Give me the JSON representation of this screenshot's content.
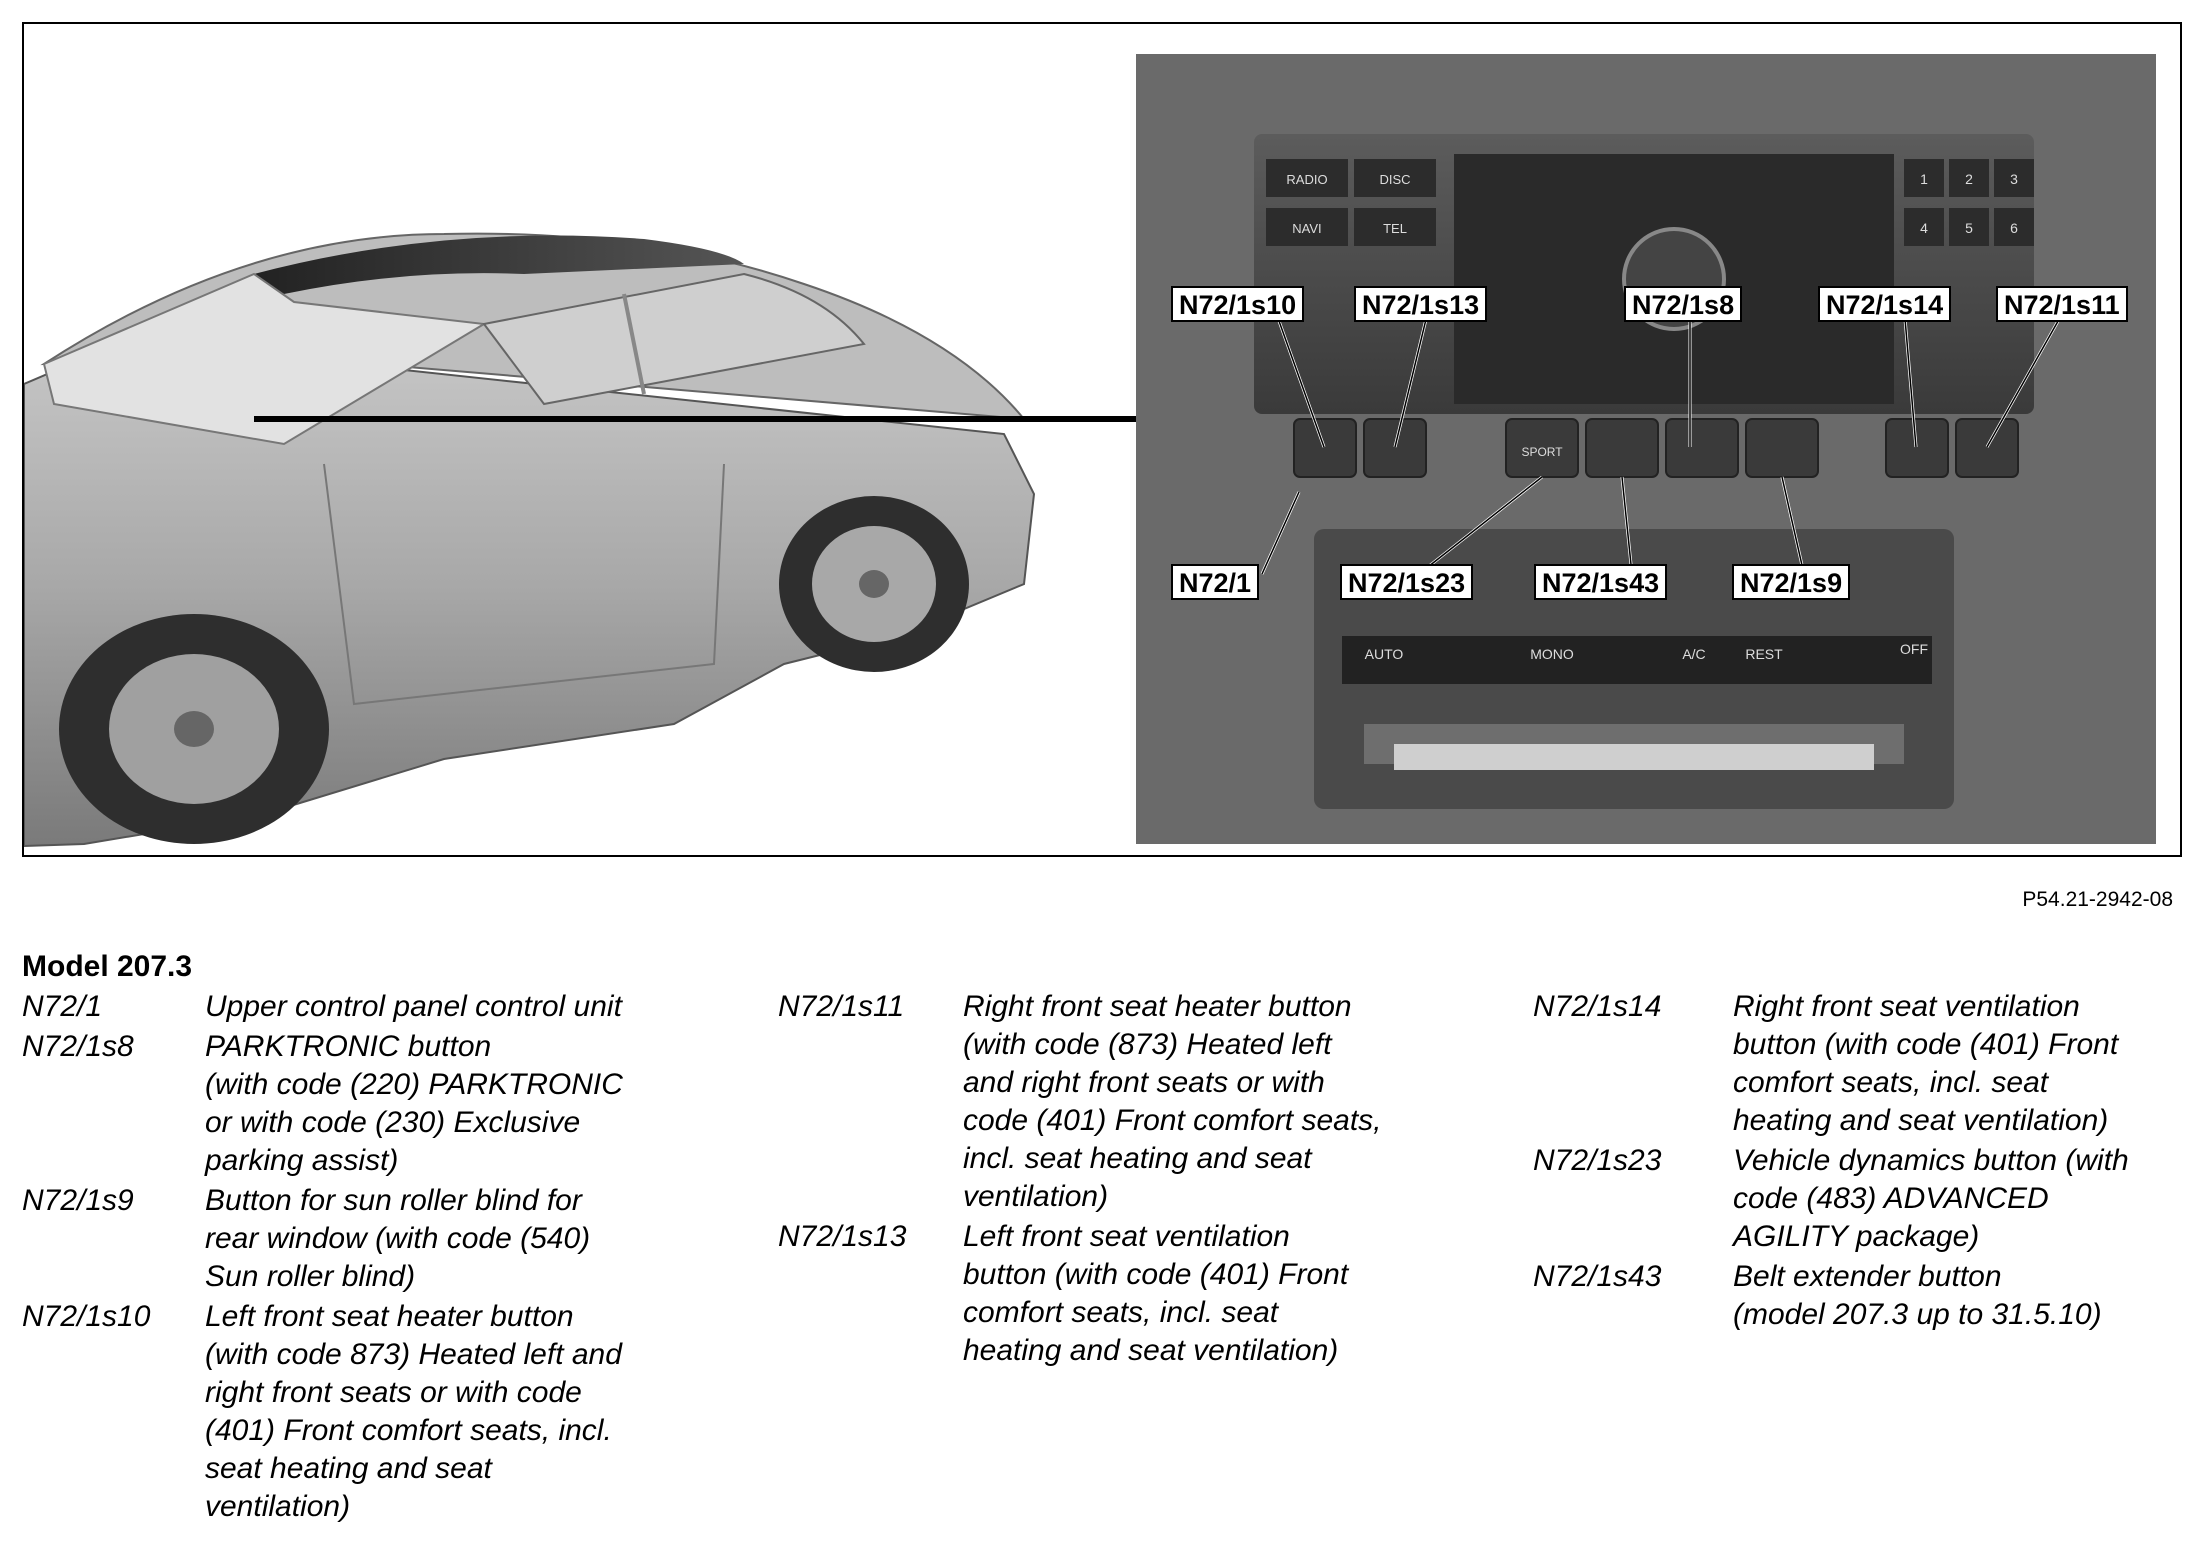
{
  "figure": {
    "callouts": [
      "N72/1s10",
      "N72/1s13",
      "N72/1s8",
      "N72/1s14",
      "N72/1s11",
      "N72/1",
      "N72/1s23",
      "N72/1s43",
      "N72/1s9"
    ],
    "panel_labels": {
      "radio": "RADIO",
      "disc": "DISC",
      "navi": "NAVI",
      "tel": "TEL",
      "sport": "SPORT",
      "auto": "AUTO",
      "mono": "MONO",
      "ac": "A/C",
      "rest": "REST",
      "off": "OFF",
      "k1": "1",
      "k2": "2",
      "k3": "3",
      "k4": "4",
      "k5": "5",
      "k6": "6"
    }
  },
  "reference": "P54.21-2942-08",
  "model_title": "Model 207.3",
  "legend": {
    "col1": [
      {
        "code": "N72/1",
        "lines": [
          "Upper control panel control unit"
        ]
      },
      {
        "code": "N72/1s8",
        "lines": [
          "PARKTRONIC button",
          "(with code (220) PARKTRONIC",
          "or with code (230) Exclusive",
          "parking assist)"
        ]
      },
      {
        "code": "N72/1s9",
        "lines": [
          "Button for sun roller blind for",
          "rear window (with code (540)",
          "Sun roller blind)"
        ]
      },
      {
        "code": "N72/1s10",
        "lines": [
          "Left front seat heater button",
          "(with code 873) Heated left and",
          "right front seats or with code",
          "(401) Front comfort seats, incl.",
          "seat heating and seat",
          "ventilation)"
        ]
      }
    ],
    "col2": [
      {
        "code": "N72/1s11",
        "lines": [
          "Right front seat heater button",
          "(with code (873) Heated left",
          "and right front seats or with",
          "code (401) Front comfort seats,",
          "incl. seat heating and seat",
          "ventilation)"
        ]
      },
      {
        "code": "N72/1s13",
        "lines": [
          "Left front seat ventilation",
          "button (with code (401) Front",
          "comfort seats, incl. seat",
          "heating and seat ventilation)"
        ]
      }
    ],
    "col3": [
      {
        "code": "N72/1s14",
        "lines": [
          "Right front seat ventilation",
          "button (with code (401) Front",
          "comfort seats, incl. seat",
          "heating and seat ventilation)"
        ]
      },
      {
        "code": "N72/1s23",
        "lines": [
          "Vehicle dynamics button (with",
          "code (483) ADVANCED",
          "AGILITY package)"
        ]
      },
      {
        "code": "N72/1s43",
        "lines": [
          "Belt extender button",
          "(model 207.3 up to 31.5.10)"
        ]
      }
    ]
  }
}
